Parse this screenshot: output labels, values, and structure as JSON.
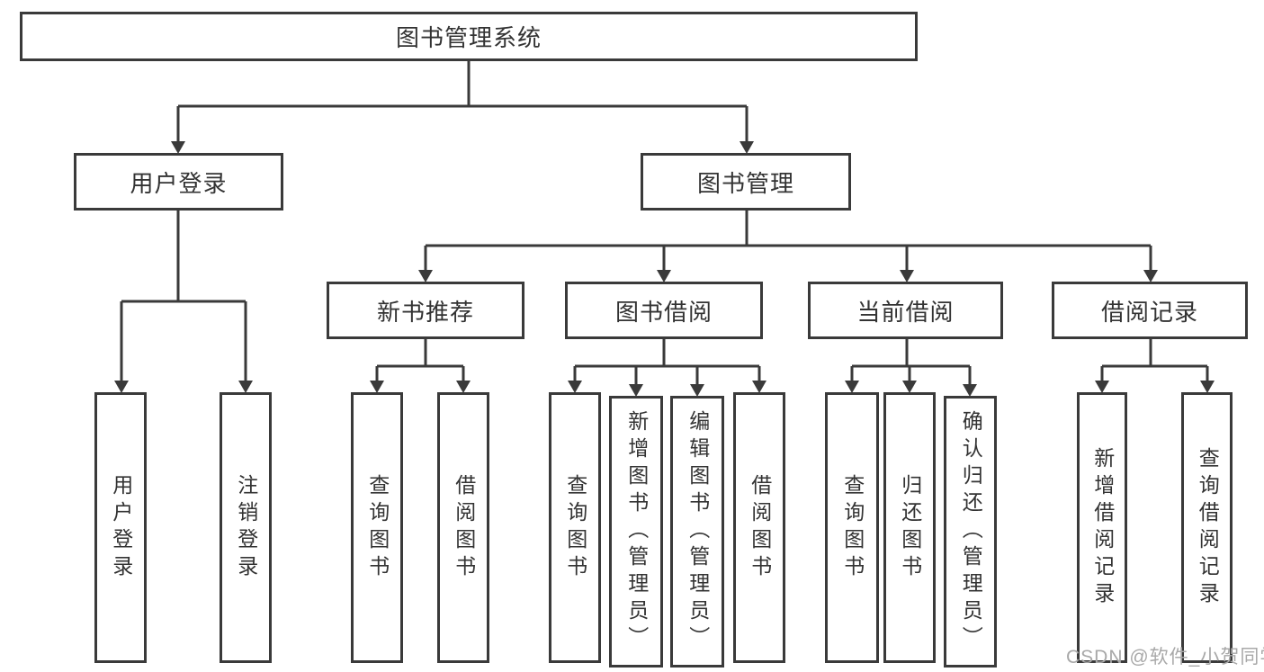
{
  "diagram": {
    "title": "图书管理系统",
    "tree": {
      "label": "图书管理系统",
      "children": [
        {
          "label": "用户登录",
          "children": [
            {
              "label": "用户登录"
            },
            {
              "label": "注销登录"
            }
          ]
        },
        {
          "label": "图书管理",
          "children": [
            {
              "label": "新书推荐",
              "children": [
                {
                  "label": "查询图书"
                },
                {
                  "label": "借阅图书"
                }
              ]
            },
            {
              "label": "图书借阅",
              "children": [
                {
                  "label": "查询图书"
                },
                {
                  "label": "新增图书（管理员）"
                },
                {
                  "label": "编辑图书（管理员）"
                },
                {
                  "label": "借阅图书"
                }
              ]
            },
            {
              "label": "当前借阅",
              "children": [
                {
                  "label": "查询图书"
                },
                {
                  "label": "归还图书"
                },
                {
                  "label": "确认归还（管理员）"
                }
              ]
            },
            {
              "label": "借阅记录",
              "children": [
                {
                  "label": "新增借阅记录"
                },
                {
                  "label": "查询借阅记录"
                }
              ]
            }
          ]
        }
      ]
    },
    "watermark": "CSDN @软件_小贺同学",
    "colors": {
      "line": "#3a3a3a",
      "box_border": "#3a3a3a",
      "box_fill": "#ffffff",
      "text": "#333333",
      "watermark": "#a8a8a8",
      "background": "#ffffff"
    }
  }
}
